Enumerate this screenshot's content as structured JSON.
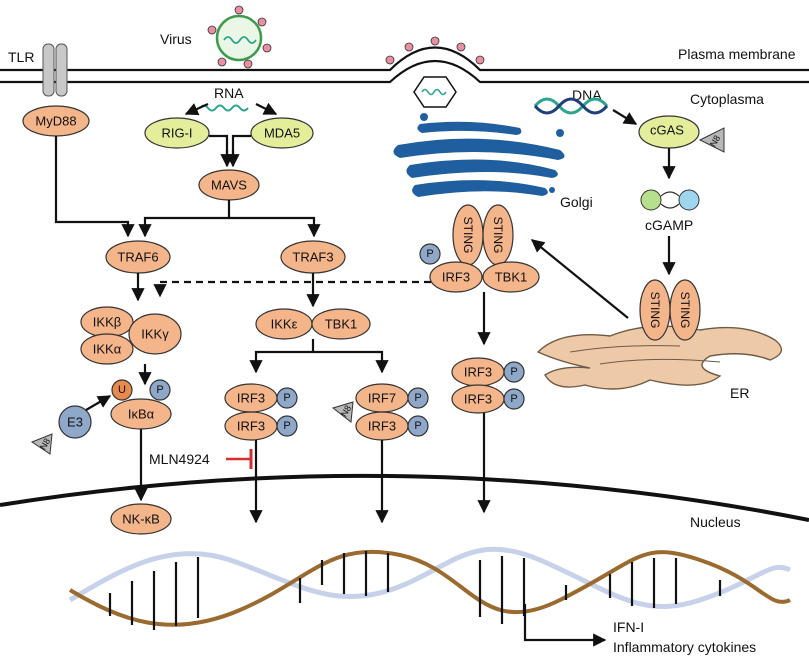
{
  "labels": {
    "virus": "Virus",
    "plasma_membrane": "Plasma membrane",
    "cytoplasma": "Cytoplasma",
    "tlr": "TLR",
    "rna": "RNA",
    "dna": "DNA",
    "golgi": "Golgi",
    "cgamp": "cGAMP",
    "er": "ER",
    "nucleus": "Nucleus",
    "output_1": "IFN-I",
    "output_2": "Inflammatory cytokines",
    "inhibitor": "MLN4924"
  },
  "nodes": {
    "myd88": "MyD88",
    "rigi": "RIG-I",
    "mda5": "MDA5",
    "mavs": "MAVS",
    "traf6": "TRAF6",
    "traf3": "TRAF3",
    "ikkb": "IKKβ",
    "ikka": "IKKα",
    "ikkg": "IKKγ",
    "ikbα": "IκBα",
    "e3": "E3",
    "u": "U",
    "p": "P",
    "nfkb": "NK-κB",
    "ikke": "IKKε",
    "tbk1": "TBK1",
    "irf3": "IRF3",
    "irf7": "IRF7",
    "sting": "STING",
    "cgas": "cGAS",
    "n8": "N8"
  },
  "colors": {
    "protein": "#F5B58A",
    "receptor": "#E4EE9A",
    "phospho": "#8FA7C9",
    "inhibit": "#D32F2F",
    "golgi": "#1F5FA0",
    "dna_strand": "#9A6A2E",
    "dna_strand2": "#B8C6E3"
  }
}
